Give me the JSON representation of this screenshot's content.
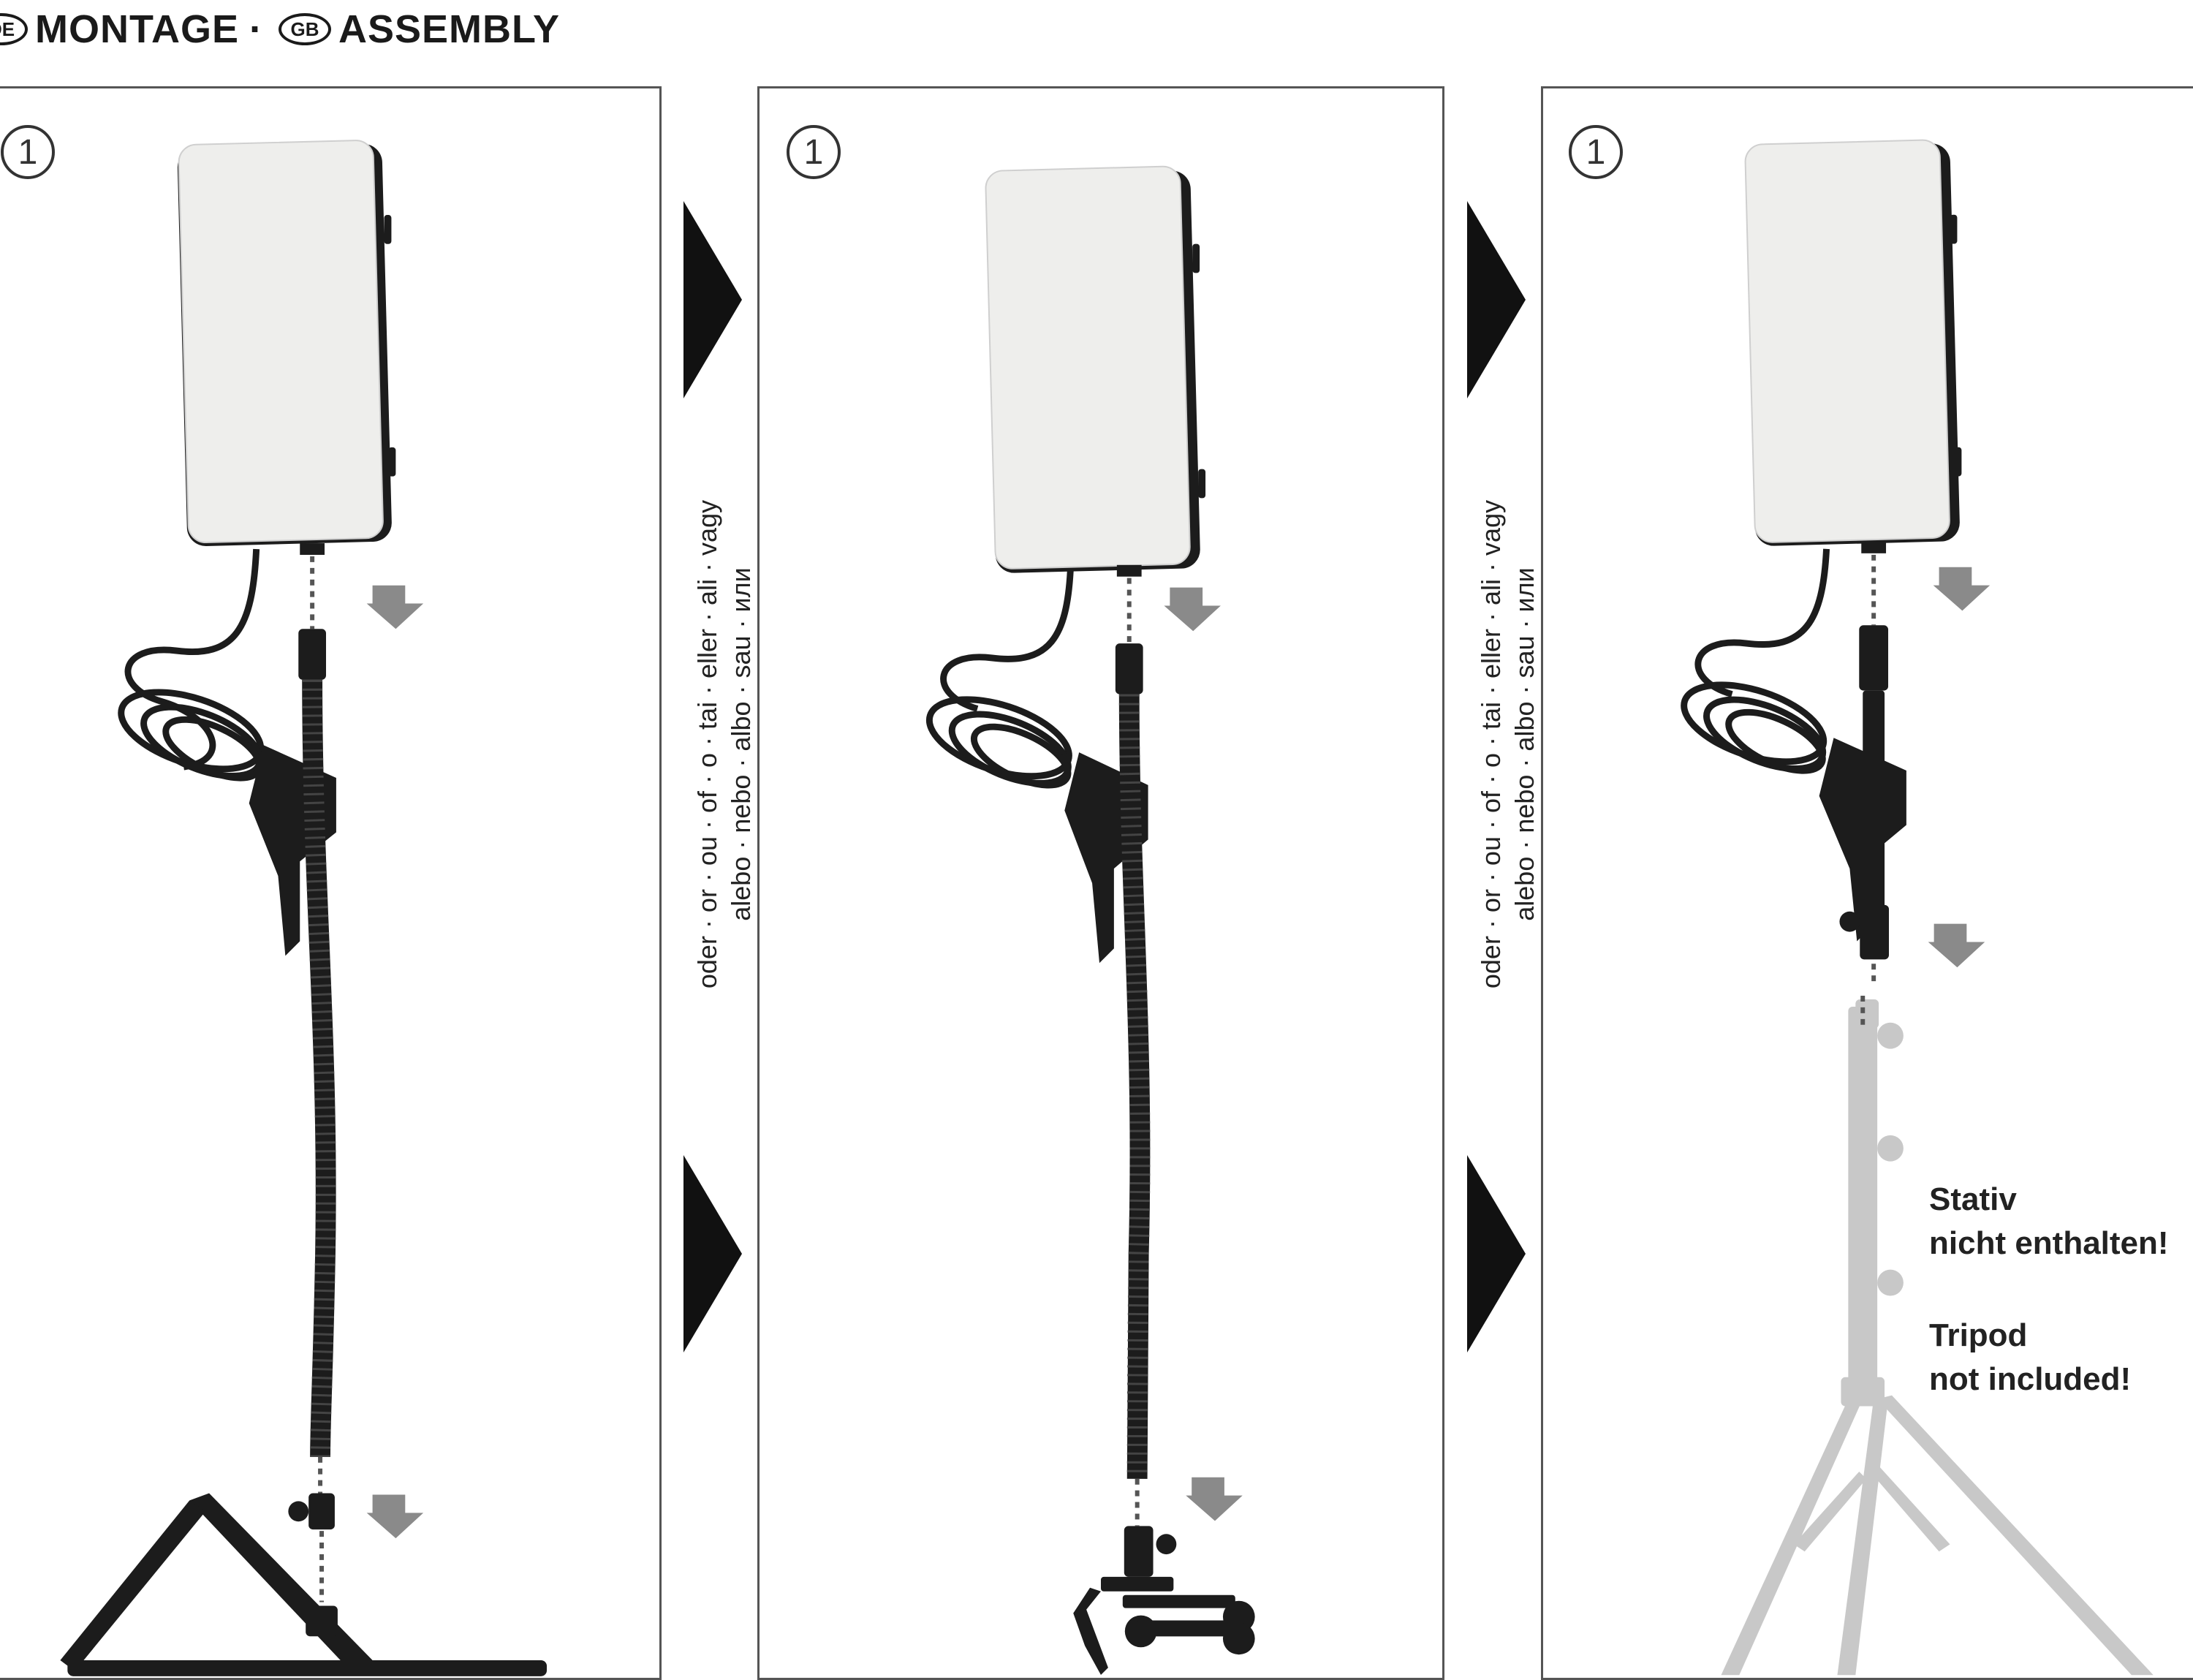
{
  "header": {
    "badge_de": "DE",
    "title_de": "MONTAGE",
    "separator": "·",
    "badge_gb": "GB",
    "title_en": "ASSEMBLY"
  },
  "panels": [
    {
      "step": "1",
      "mount": "desk-stand"
    },
    {
      "step": "1",
      "mount": "table-clamp"
    },
    {
      "step": "1",
      "mount": "tripod"
    }
  ],
  "separator_text": {
    "line1": "oder · or · ou · of · o · tai · eller · ali · vagy",
    "line2": "alebo · nebo · albo · sau · или"
  },
  "note": {
    "de_line1": "Stativ",
    "de_line2": "nicht enthalten!",
    "en_line1": "Tripod",
    "en_line2": "not included!"
  },
  "colors": {
    "panel_light": "#eeeeec",
    "arrow_gray": "#8a8a8a",
    "hardware_black": "#1c1c1c",
    "tripod_gray": "#c8c8c8"
  }
}
